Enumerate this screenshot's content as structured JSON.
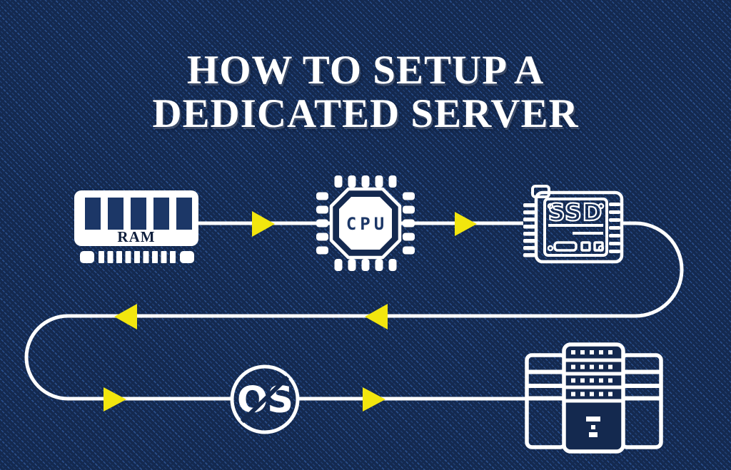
{
  "title": {
    "line1": "HOW TO SETUP A",
    "line2": "DEDICATED SERVER"
  },
  "diagram": {
    "nodes": [
      {
        "id": "ram",
        "label": "RAM",
        "icon": "ram-memory-icon"
      },
      {
        "id": "cpu",
        "label": "CPU",
        "icon": "cpu-chip-icon"
      },
      {
        "id": "ssd",
        "label": "SSD",
        "icon": "ssd-drive-icon"
      },
      {
        "id": "os",
        "label": "OS",
        "icon": "os-circle-icon"
      },
      {
        "id": "server",
        "label": "",
        "icon": "server-rack-icon"
      }
    ],
    "flow_order": [
      "ram",
      "cpu",
      "ssd",
      "os",
      "server"
    ],
    "arrow_count": 6
  },
  "colors": {
    "background": "#14294f",
    "stripe": "#3e74c8",
    "line": "#ffffff",
    "arrow": "#f2e60e",
    "navy_accent": "#1c3767"
  }
}
